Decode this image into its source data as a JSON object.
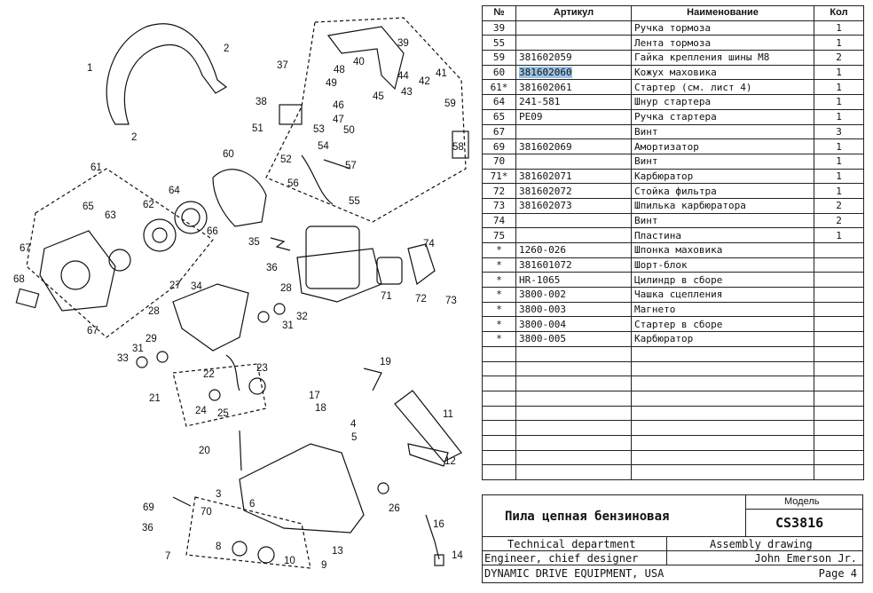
{
  "table": {
    "headers": {
      "num": "№",
      "article": "Артикул",
      "name": "Наименование",
      "qty": "Кол"
    },
    "rows": [
      {
        "num": "39",
        "article": "",
        "name": "Ручка тормоза",
        "qty": "1"
      },
      {
        "num": "55",
        "article": "",
        "name": "Лента тормоза",
        "qty": "1"
      },
      {
        "num": "59",
        "article": "381602059",
        "name": "Гайка крепления шины M8",
        "qty": "2"
      },
      {
        "num": "60",
        "article": "381602060",
        "name": "Кожух маховика",
        "qty": "1",
        "selected": true
      },
      {
        "num": "61*",
        "article": "381602061",
        "name": "Стартер (см. лист 4)",
        "qty": "1"
      },
      {
        "num": "64",
        "article": "241-581",
        "name": "Шнур стартера",
        "qty": "1"
      },
      {
        "num": "65",
        "article": "PE09",
        "name": "Ручка стартера",
        "qty": "1"
      },
      {
        "num": "67",
        "article": "",
        "name": "Винт",
        "qty": "3"
      },
      {
        "num": "69",
        "article": "381602069",
        "name": "Амортизатор",
        "qty": "1"
      },
      {
        "num": "70",
        "article": "",
        "name": "Винт",
        "qty": "1"
      },
      {
        "num": "71*",
        "article": "381602071",
        "name": "Карбюратор",
        "qty": "1"
      },
      {
        "num": "72",
        "article": "381602072",
        "name": "Стойка фильтра",
        "qty": "1"
      },
      {
        "num": "73",
        "article": "381602073",
        "name": "Шпилька карбюратора",
        "qty": "2"
      },
      {
        "num": "74",
        "article": "",
        "name": "Винт",
        "qty": "2"
      },
      {
        "num": "75",
        "article": "",
        "name": "Пластина",
        "qty": "1"
      },
      {
        "num": "*",
        "article": "1260-026",
        "name": "Шпонка маховика",
        "qty": ""
      },
      {
        "num": "*",
        "article": "381601072",
        "name": "Шорт-блок",
        "qty": ""
      },
      {
        "num": "*",
        "article": "HR-1065",
        "name": "Цилиндр в сборе",
        "qty": ""
      },
      {
        "num": "*",
        "article": "3800-002",
        "name": "Чашка сцепления",
        "qty": ""
      },
      {
        "num": "*",
        "article": "3800-003",
        "name": "Магнето",
        "qty": ""
      },
      {
        "num": "*",
        "article": "3800-004",
        "name": "Стартер в сборе",
        "qty": ""
      },
      {
        "num": "*",
        "article": "3800-005",
        "name": "Карбюратор",
        "qty": ""
      }
    ],
    "empty_rows": 9
  },
  "title_block": {
    "product_name": "Пила цепная бензиновая",
    "model_label": "Модель",
    "model": "CS3816",
    "department": "Technical department",
    "drawing_type": "Assembly drawing",
    "role": "Engineer, chief designer",
    "person": "John Emerson Jr.",
    "company": "DYNAMIC DRIVE EQUIPMENT, USA",
    "page": "Page 4"
  },
  "diagram": {
    "callouts": [
      "1",
      "2",
      "2",
      "3",
      "4",
      "5",
      "6",
      "7",
      "8",
      "9",
      "10",
      "11",
      "12",
      "13",
      "14",
      "16",
      "17",
      "18",
      "19",
      "20",
      "21",
      "22",
      "23",
      "24",
      "25",
      "26",
      "27",
      "28",
      "28",
      "29",
      "31",
      "31",
      "32",
      "33",
      "34",
      "35",
      "36",
      "36",
      "37",
      "38",
      "39",
      "40",
      "41",
      "42",
      "43",
      "44",
      "45",
      "46",
      "47",
      "48",
      "49",
      "50",
      "51",
      "52",
      "53",
      "54",
      "55",
      "56",
      "57",
      "58",
      "59",
      "60",
      "61",
      "62",
      "63",
      "64",
      "65",
      "66",
      "67",
      "67",
      "68",
      "69",
      "70",
      "71",
      "72",
      "73",
      "74"
    ]
  }
}
